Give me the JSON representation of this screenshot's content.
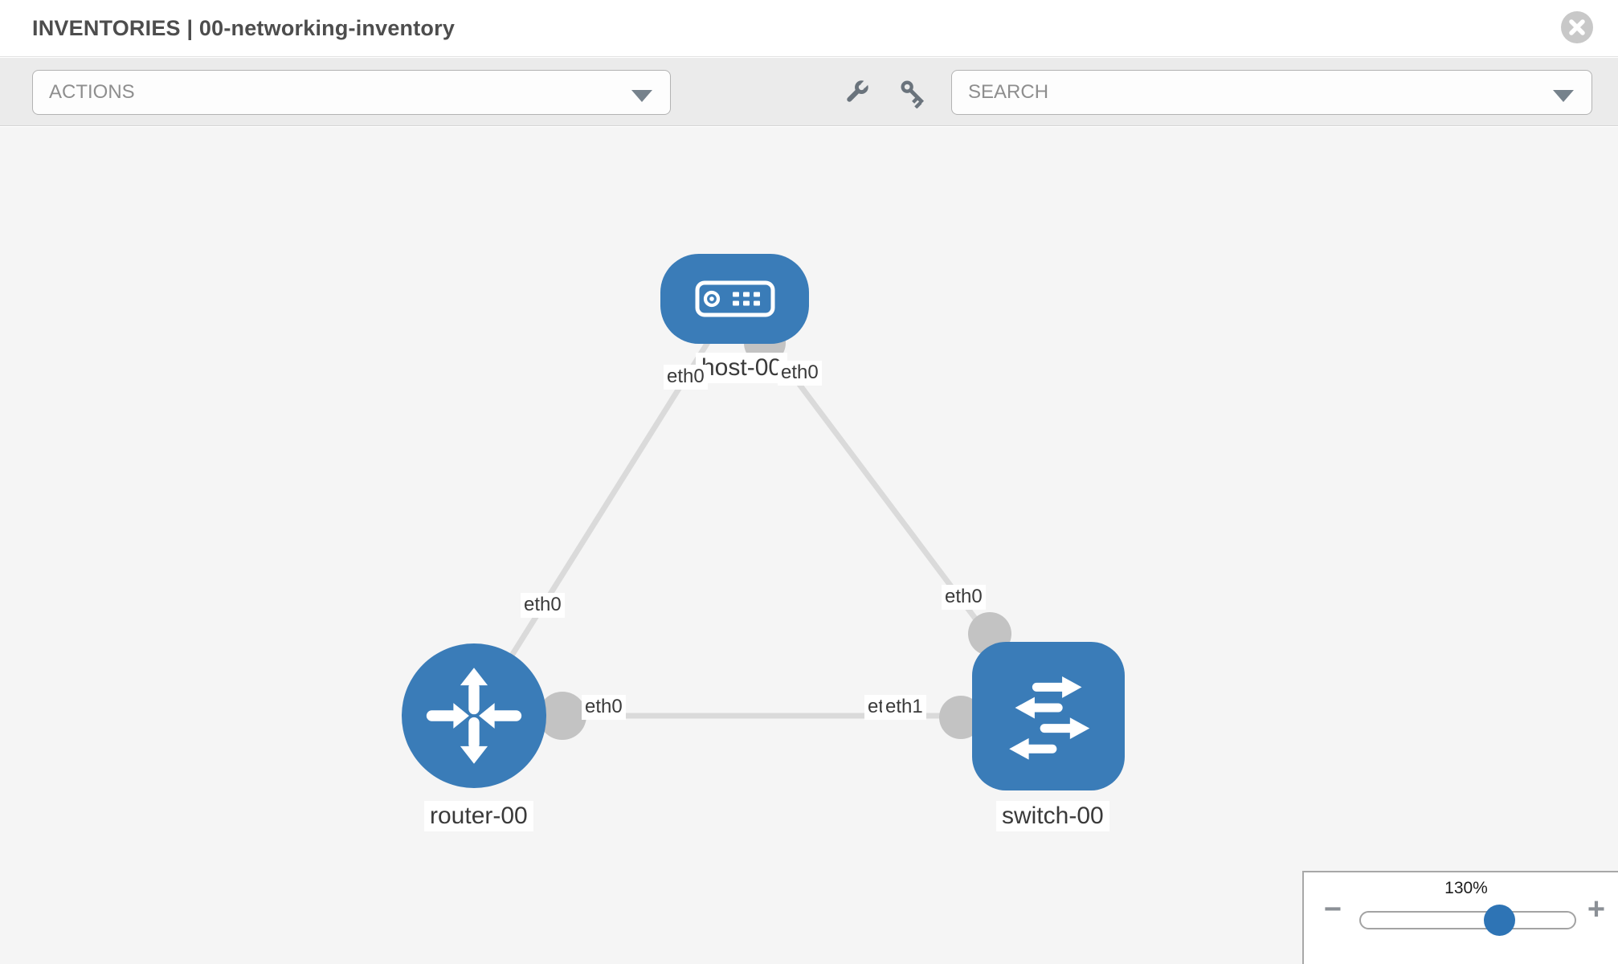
{
  "header": {
    "title": "INVENTORIES | 00-networking-inventory"
  },
  "toolbar": {
    "actions_label": "ACTIONS",
    "search_placeholder": "SEARCH",
    "icons": [
      "wrench-icon",
      "key-icon",
      "chevron-down-icon",
      "close-icon"
    ]
  },
  "topology": {
    "nodes": [
      {
        "name": "host-00",
        "type": "host",
        "icon": "host-icon"
      },
      {
        "name": "router-00",
        "type": "router",
        "icon": "router-icon"
      },
      {
        "name": "switch-00",
        "type": "switch",
        "icon": "switch-icon"
      }
    ],
    "links": [
      {
        "source": "router-00",
        "target": "host-00",
        "source_interface": "eth0",
        "target_interface": "eth0"
      },
      {
        "source": "host-00",
        "target": "switch-00",
        "source_interface": "eth0",
        "target_interface": "eth0"
      },
      {
        "source": "router-00",
        "target": "switch-00",
        "source_interface": "eth0",
        "target_interface": "eth1",
        "overlapped_interface_label": "eth0"
      }
    ]
  },
  "zoom": {
    "level": "130%",
    "minus": "−",
    "plus": "+"
  },
  "colors": {
    "node_blue": "#3a7cb8",
    "link_gray": "#dadada",
    "port_gray": "#c3c3c3",
    "knob_blue": "#2e74b5"
  }
}
